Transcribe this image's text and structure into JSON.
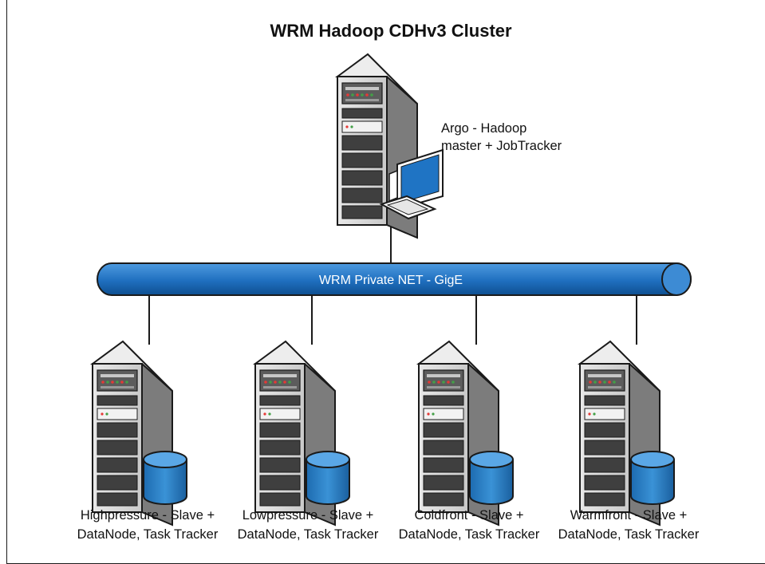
{
  "title": "WRM Hadoop CDHv3 Cluster",
  "network": {
    "label": "WRM Private NET - GigE"
  },
  "master": {
    "line1": "Argo - Hadoop",
    "line2": "master + JobTracker",
    "icon": "server-with-workstation-icon"
  },
  "slaves": [
    {
      "line1": "Highpressure - Slave +",
      "line2": "DataNode, Task Tracker",
      "icon": "server-with-database-icon"
    },
    {
      "line1": "Lowpressure - Slave +",
      "line2": "DataNode, Task Tracker",
      "icon": "server-with-database-icon"
    },
    {
      "line1": "Coldfront - Slave +",
      "line2": "DataNode, Task Tracker",
      "icon": "server-with-database-icon"
    },
    {
      "line1": "Warmfront - Slave +",
      "line2": "DataNode, Task Tracker",
      "icon": "server-with-database-icon"
    }
  ],
  "colors": {
    "network_blue": "#1f6fbf",
    "network_dark": "#0d4f93",
    "server_front": "#d9d9d9",
    "server_side": "#7a7a7a",
    "server_top": "#efefef",
    "db_blue": "#2b82c8"
  }
}
